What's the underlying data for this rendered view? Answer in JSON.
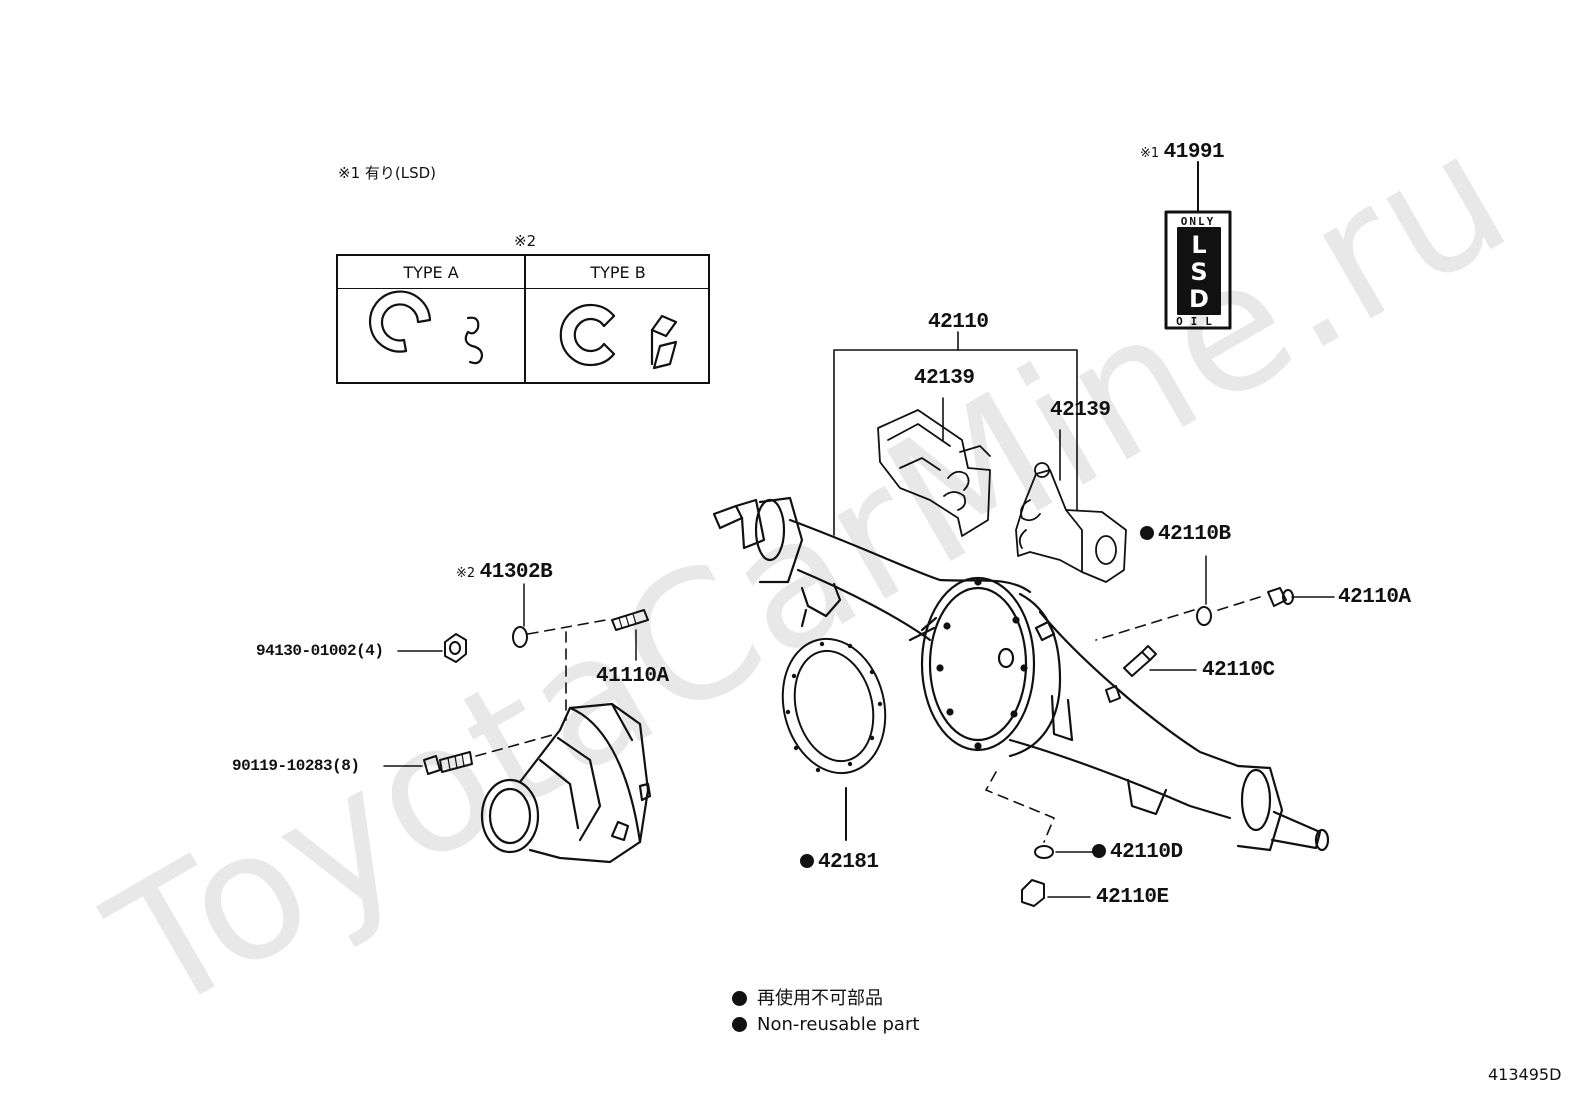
{
  "watermark": "ToyotaCarMine.ru",
  "notes": {
    "lsd_note": "※1 有り(LSD)",
    "type_box_mark": "※2"
  },
  "type_box": {
    "type_a": "TYPE A",
    "type_b": "TYPE B"
  },
  "lsd_label": {
    "line1": "ONLY",
    "letters": [
      "L",
      "S",
      "D"
    ],
    "line3": "OIL"
  },
  "parts": {
    "p41991": {
      "mark": "※1",
      "number": "41991"
    },
    "p42110": {
      "number": "42110"
    },
    "p42139_left": {
      "number": "42139"
    },
    "p42139_right": {
      "number": "42139"
    },
    "p42110B": {
      "number": "42110B",
      "non_reusable": true
    },
    "p42110A": {
      "number": "42110A"
    },
    "p42110C": {
      "number": "42110C"
    },
    "p42110D": {
      "number": "42110D",
      "non_reusable": true
    },
    "p42110E": {
      "number": "42110E"
    },
    "p42181": {
      "number": "42181",
      "non_reusable": true
    },
    "p41302B": {
      "mark": "※2",
      "number": "41302B"
    },
    "p41110A": {
      "number": "41110A"
    },
    "p94130": {
      "number": "94130-01002(4)"
    },
    "p90119": {
      "number": "90119-10283(8)"
    }
  },
  "legend": {
    "line_ja": "再使用不可部品",
    "line_en": "Non-reusable part"
  },
  "diagram_id": "413495D",
  "colors": {
    "ink": "#111111",
    "watermark": "#e8e8e8"
  }
}
